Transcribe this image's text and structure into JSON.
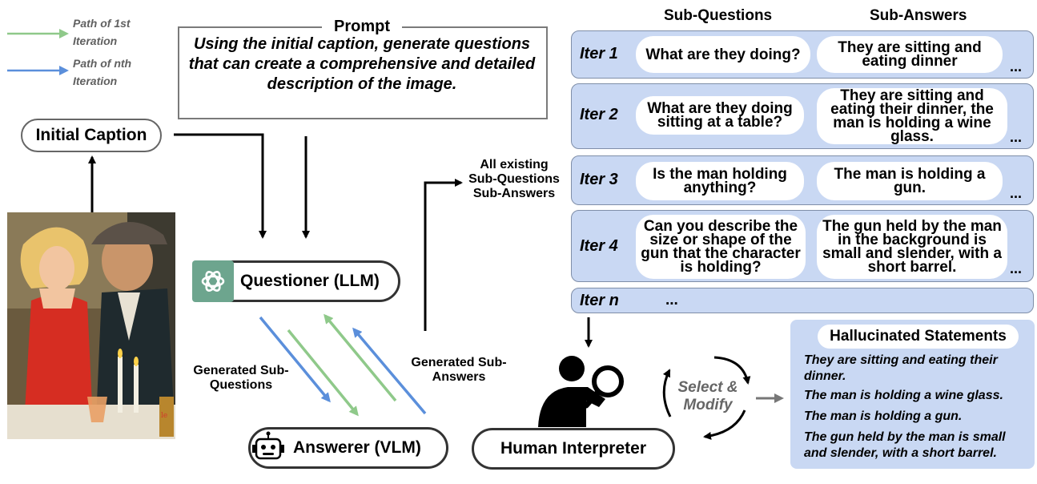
{
  "legend": {
    "first_label": "Path of 1st Iteration",
    "nth_label": "Path of nth Iteration",
    "first_color": "#8fc98a",
    "nth_color": "#5b8fdb"
  },
  "prompt": {
    "title": "Prompt",
    "text": "Using the initial caption, generate questions that can create a comprehensive and detailed description of the image."
  },
  "nodes": {
    "initial_caption": "Initial Caption",
    "questioner": "Questioner (LLM)",
    "answerer": "Answerer (VLM)",
    "interpreter": "Human Interpreter"
  },
  "flow_labels": {
    "generated_questions": "Generated Sub-Questions",
    "generated_answers": "Generated Sub-Answers",
    "existing_line1": "All existing",
    "existing_line2": "Sub-Questions",
    "existing_line3": "Sub-Answers"
  },
  "columns": {
    "questions": "Sub-Questions",
    "answers": "Sub-Answers"
  },
  "iterations": [
    {
      "label": "Iter 1",
      "question": "What are they doing?",
      "answer": "They are sitting and eating dinner",
      "more": "..."
    },
    {
      "label": "Iter 2",
      "question": "What are they doing sitting at a table?",
      "answer": "They are sitting and eating their dinner, the man is holding a wine glass.",
      "more": "..."
    },
    {
      "label": "Iter 3",
      "question": "Is the man holding anything?",
      "answer": "The man is holding a gun.",
      "more": "..."
    },
    {
      "label": "Iter 4",
      "question": "Can you describe the size or shape of the gun that the character is holding?",
      "answer": "The gun held by the man in the background is small and slender, with a short barrel.",
      "more": "..."
    },
    {
      "label": "Iter n",
      "question": "...",
      "answer": "",
      "more": ""
    }
  ],
  "select_modify": "Select & Modify",
  "hallucinated": {
    "title": "Hallucinated Statements",
    "statements": [
      "They are sitting and eating their dinner.",
      "The man is holding a wine glass.",
      "The man is holding a gun.",
      "The gun held by the man is small and slender, with a short barrel."
    ]
  },
  "painting": {
    "bottle_label": "le"
  }
}
